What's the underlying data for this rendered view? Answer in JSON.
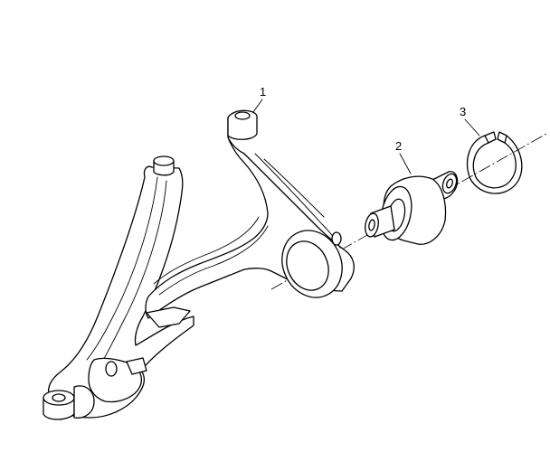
{
  "diagram": {
    "callouts": [
      {
        "id": "1",
        "label": "1",
        "part": "lower-control-arm"
      },
      {
        "id": "2",
        "label": "2",
        "part": "bushing"
      },
      {
        "id": "3",
        "label": "3",
        "part": "snap-ring"
      }
    ],
    "colors": {
      "line": "#000000",
      "background": "#ffffff"
    }
  }
}
